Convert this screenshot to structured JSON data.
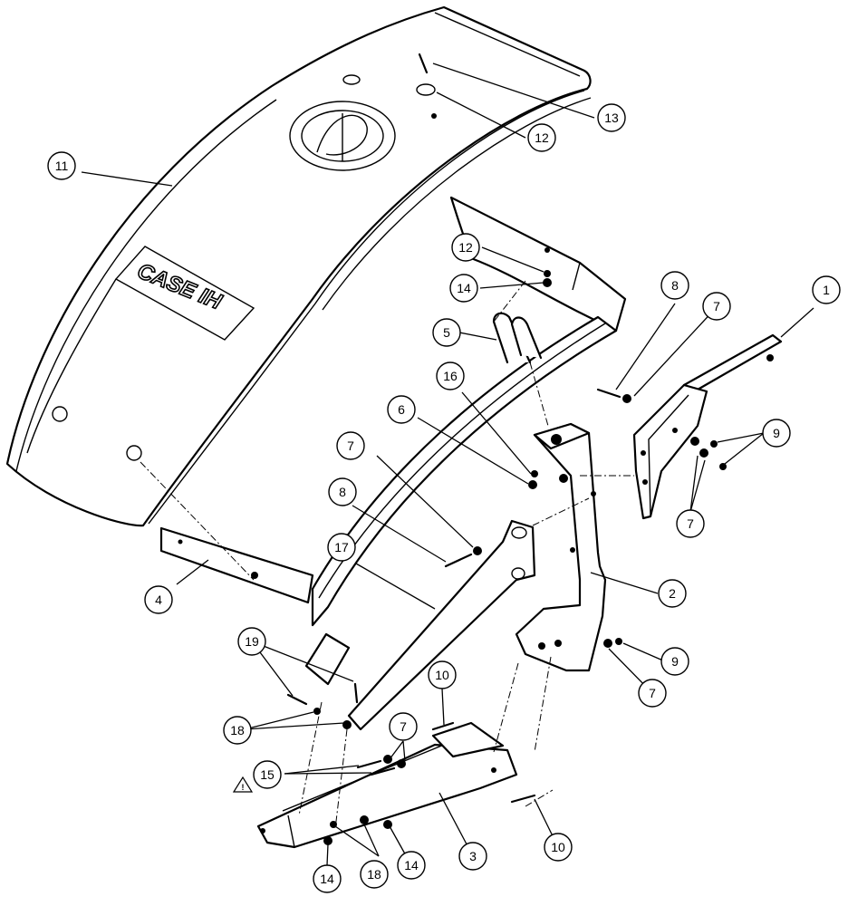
{
  "brand_logo_text": "CASE IH",
  "callouts": [
    {
      "id": "c1",
      "number": "1",
      "part": "bracket-right"
    },
    {
      "id": "c2",
      "number": "2",
      "part": "mounting-bracket-main"
    },
    {
      "id": "c3",
      "number": "3",
      "part": "lower-support-arm"
    },
    {
      "id": "c4",
      "number": "4",
      "part": "fender-strap-lower"
    },
    {
      "id": "c5",
      "number": "5",
      "part": "u-bolt"
    },
    {
      "id": "c6",
      "number": "6",
      "part": "nut"
    },
    {
      "id": "c7a",
      "number": "7",
      "part": "nut"
    },
    {
      "id": "c7b",
      "number": "7",
      "part": "nut"
    },
    {
      "id": "c7c",
      "number": "7",
      "part": "nut"
    },
    {
      "id": "c7d",
      "number": "7",
      "part": "nut"
    },
    {
      "id": "c7e",
      "number": "7",
      "part": "nut"
    },
    {
      "id": "c8a",
      "number": "8",
      "part": "bolt"
    },
    {
      "id": "c8b",
      "number": "8",
      "part": "bolt"
    },
    {
      "id": "c9a",
      "number": "9",
      "part": "nut"
    },
    {
      "id": "c9b",
      "number": "9",
      "part": "nut"
    },
    {
      "id": "c10a",
      "number": "10",
      "part": "bolt"
    },
    {
      "id": "c10b",
      "number": "10",
      "part": "bolt"
    },
    {
      "id": "c11",
      "number": "11",
      "part": "fender"
    },
    {
      "id": "c12a",
      "number": "12",
      "part": "washer"
    },
    {
      "id": "c12b",
      "number": "12",
      "part": "washer"
    },
    {
      "id": "c13",
      "number": "13",
      "part": "bolt"
    },
    {
      "id": "c14a",
      "number": "14",
      "part": "nut"
    },
    {
      "id": "c14b",
      "number": "14",
      "part": "nut"
    },
    {
      "id": "c14c",
      "number": "14",
      "part": "nut"
    },
    {
      "id": "c15",
      "number": "15",
      "part": "bolt"
    },
    {
      "id": "c16",
      "number": "16",
      "part": "washer"
    },
    {
      "id": "c17",
      "number": "17",
      "part": "brace"
    },
    {
      "id": "c18a",
      "number": "18",
      "part": "washer"
    },
    {
      "id": "c18b",
      "number": "18",
      "part": "washer"
    },
    {
      "id": "c19",
      "number": "19",
      "part": "bolt"
    }
  ]
}
